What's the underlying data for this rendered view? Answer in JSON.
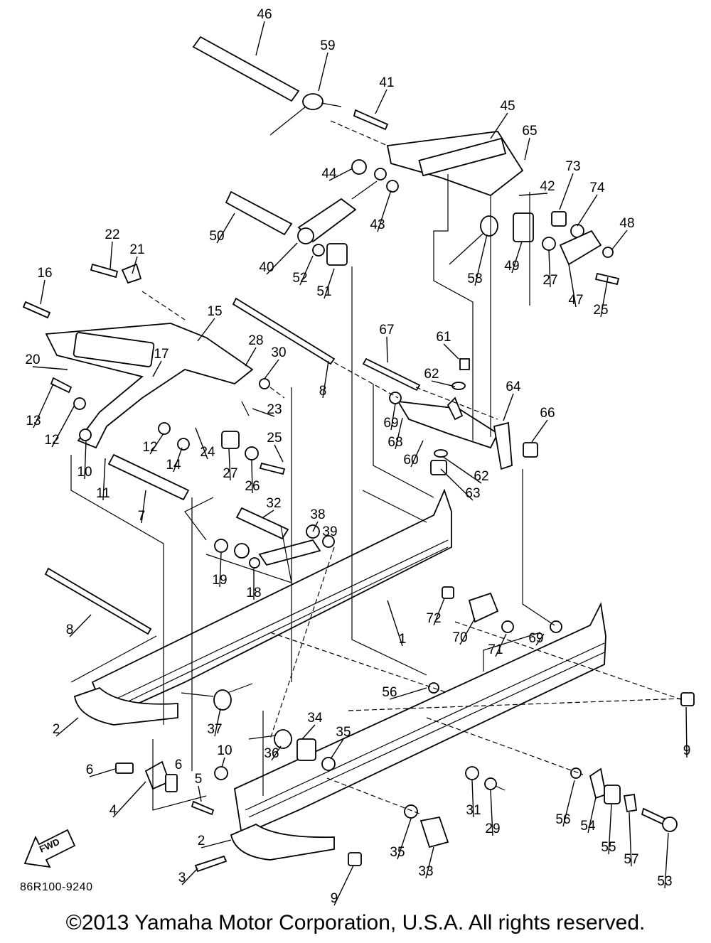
{
  "diagram_code": "86R100-9240",
  "copyright": "©2013 Yamaha Motor Corporation, U.S.A. All rights reserved.",
  "fwd_label": "FWD",
  "callouts": [
    {
      "n": "46"
    },
    {
      "n": "59"
    },
    {
      "n": "41"
    },
    {
      "n": "45"
    },
    {
      "n": "65"
    },
    {
      "n": "73"
    },
    {
      "n": "74"
    },
    {
      "n": "42"
    },
    {
      "n": "44"
    },
    {
      "n": "43"
    },
    {
      "n": "48"
    },
    {
      "n": "50"
    },
    {
      "n": "40"
    },
    {
      "n": "52"
    },
    {
      "n": "51"
    },
    {
      "n": "58"
    },
    {
      "n": "49"
    },
    {
      "n": "27"
    },
    {
      "n": "47"
    },
    {
      "n": "25"
    },
    {
      "n": "22"
    },
    {
      "n": "21"
    },
    {
      "n": "16"
    },
    {
      "n": "15"
    },
    {
      "n": "28"
    },
    {
      "n": "30"
    },
    {
      "n": "8"
    },
    {
      "n": "67"
    },
    {
      "n": "61"
    },
    {
      "n": "62"
    },
    {
      "n": "64"
    },
    {
      "n": "66"
    },
    {
      "n": "20"
    },
    {
      "n": "17"
    },
    {
      "n": "23"
    },
    {
      "n": "13"
    },
    {
      "n": "12"
    },
    {
      "n": "69"
    },
    {
      "n": "68"
    },
    {
      "n": "60"
    },
    {
      "n": "62"
    },
    {
      "n": "63"
    },
    {
      "n": "25"
    },
    {
      "n": "12"
    },
    {
      "n": "24"
    },
    {
      "n": "27"
    },
    {
      "n": "10"
    },
    {
      "n": "14"
    },
    {
      "n": "26"
    },
    {
      "n": "11"
    },
    {
      "n": "7"
    },
    {
      "n": "32"
    },
    {
      "n": "38"
    },
    {
      "n": "39"
    },
    {
      "n": "19"
    },
    {
      "n": "18"
    },
    {
      "n": "72"
    },
    {
      "n": "1"
    },
    {
      "n": "70"
    },
    {
      "n": "71"
    },
    {
      "n": "69"
    },
    {
      "n": "8"
    },
    {
      "n": "1"
    },
    {
      "n": "56"
    },
    {
      "n": "9"
    },
    {
      "n": "37"
    },
    {
      "n": "34"
    },
    {
      "n": "35"
    },
    {
      "n": "2"
    },
    {
      "n": "36"
    },
    {
      "n": "10"
    },
    {
      "n": "6"
    },
    {
      "n": "6"
    },
    {
      "n": "5"
    },
    {
      "n": "4"
    },
    {
      "n": "31"
    },
    {
      "n": "29"
    },
    {
      "n": "56"
    },
    {
      "n": "54"
    },
    {
      "n": "55"
    },
    {
      "n": "57"
    },
    {
      "n": "53"
    },
    {
      "n": "2"
    },
    {
      "n": "35"
    },
    {
      "n": "33"
    },
    {
      "n": "3"
    },
    {
      "n": "9"
    }
  ]
}
